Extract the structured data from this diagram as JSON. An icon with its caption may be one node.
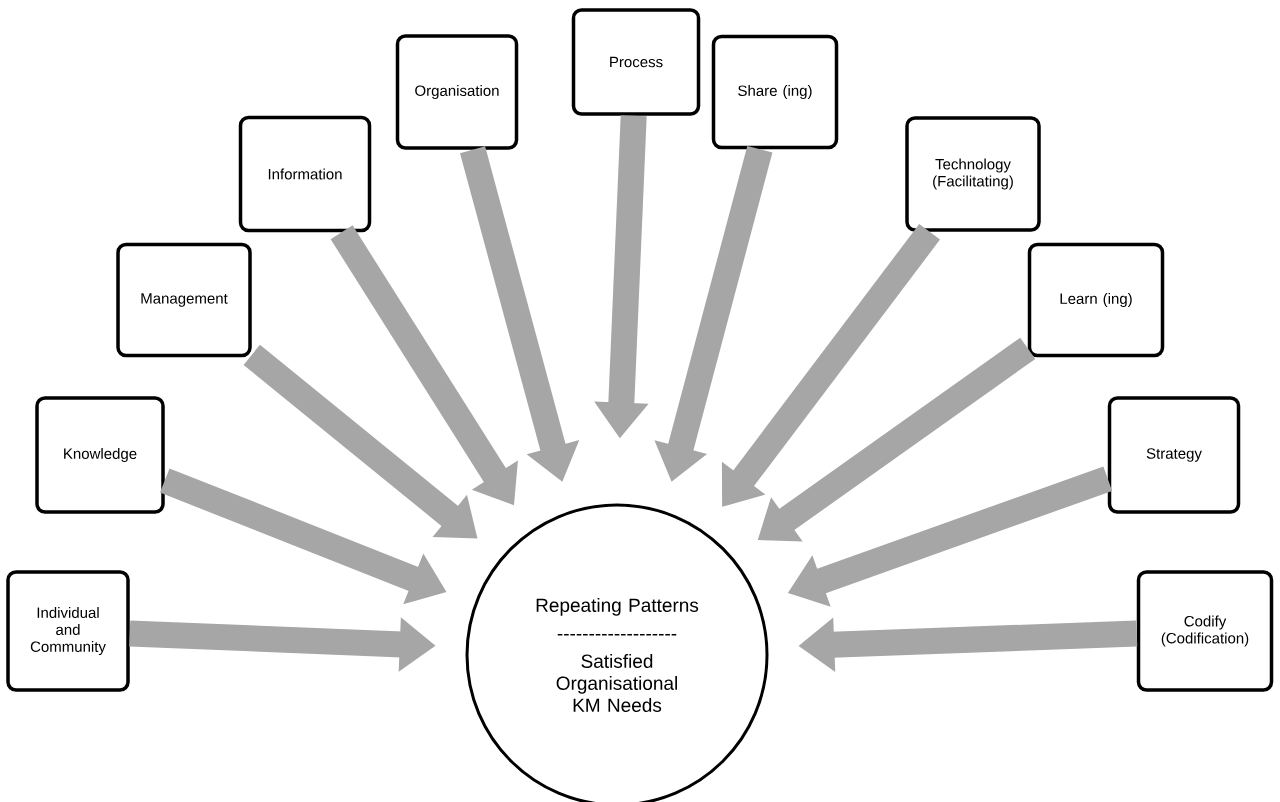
{
  "diagram": {
    "nodes": [
      {
        "text": [
          "Individual and Community"
        ]
      },
      {
        "text": [
          "Knowledge"
        ]
      },
      {
        "text": [
          "Management"
        ]
      },
      {
        "text": [
          "Information"
        ]
      },
      {
        "text": [
          "Organisation"
        ]
      },
      {
        "text": [
          "Process"
        ]
      },
      {
        "text": [
          "Share (ing)"
        ]
      },
      {
        "text": [
          "Technology (Facilitating)"
        ]
      },
      {
        "text": [
          "Learn (ing)"
        ]
      },
      {
        "text": [
          "Strategy"
        ]
      },
      {
        "text": [
          "Codify (Codification)"
        ]
      },
      {
        "text": [
          "Repeating Patterns",
          "-------------------",
          "Satisfied Organisational KM Needs"
        ]
      }
    ],
    "edges": [
      {
        "from": 0,
        "to": 11,
        "arrow": "to"
      },
      {
        "from": 1,
        "to": 11,
        "arrow": "to"
      },
      {
        "from": 2,
        "to": 11,
        "arrow": "to"
      },
      {
        "from": 3,
        "to": 11,
        "arrow": "to"
      },
      {
        "from": 4,
        "to": 11,
        "arrow": "to"
      },
      {
        "from": 5,
        "to": 11,
        "arrow": "to"
      },
      {
        "from": 6,
        "to": 11,
        "arrow": "to"
      },
      {
        "from": 7,
        "to": 11,
        "arrow": "to"
      },
      {
        "from": 8,
        "to": 11,
        "arrow": "to"
      },
      {
        "from": 9,
        "to": 11,
        "arrow": "to"
      },
      {
        "from": 10,
        "to": 11,
        "arrow": "to"
      }
    ]
  }
}
